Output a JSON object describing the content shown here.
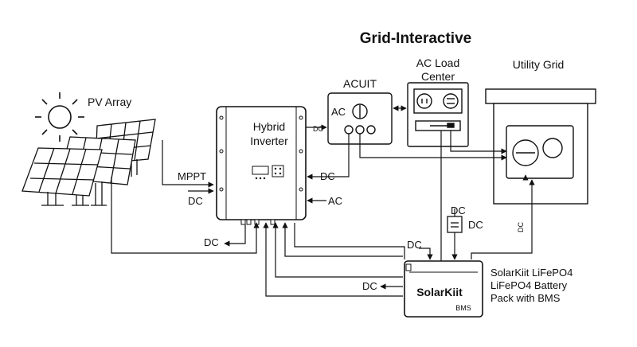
{
  "title": "Grid-Interactive",
  "labels": {
    "pv_array": "PV Array",
    "hybrid_line1": "Hybrid",
    "hybrid_line2": "Inverter",
    "acuit": "ACUIT",
    "ac_in_box": "AC",
    "ac_load_line1": "AC Load",
    "ac_load_line2": "Center",
    "utility_grid": "Utility Grid",
    "mppt": "MPPT",
    "dc_pv": "DC",
    "dc_top": "DC",
    "dc_mid": "DC",
    "ac_mid": "AC",
    "dc_left_out": "DC",
    "dc_batt_top": "DC",
    "dc_fuse": "DC",
    "dc_vertical": "DC",
    "dc_batt_left": "DC",
    "battery_brand": "SolarKiit",
    "battery_bms": "BMS",
    "battery_desc_1": "SolarKiit LiFePO4",
    "battery_desc_2": "LiFePO4 Battery",
    "battery_desc_3": "Pack with BMS"
  }
}
